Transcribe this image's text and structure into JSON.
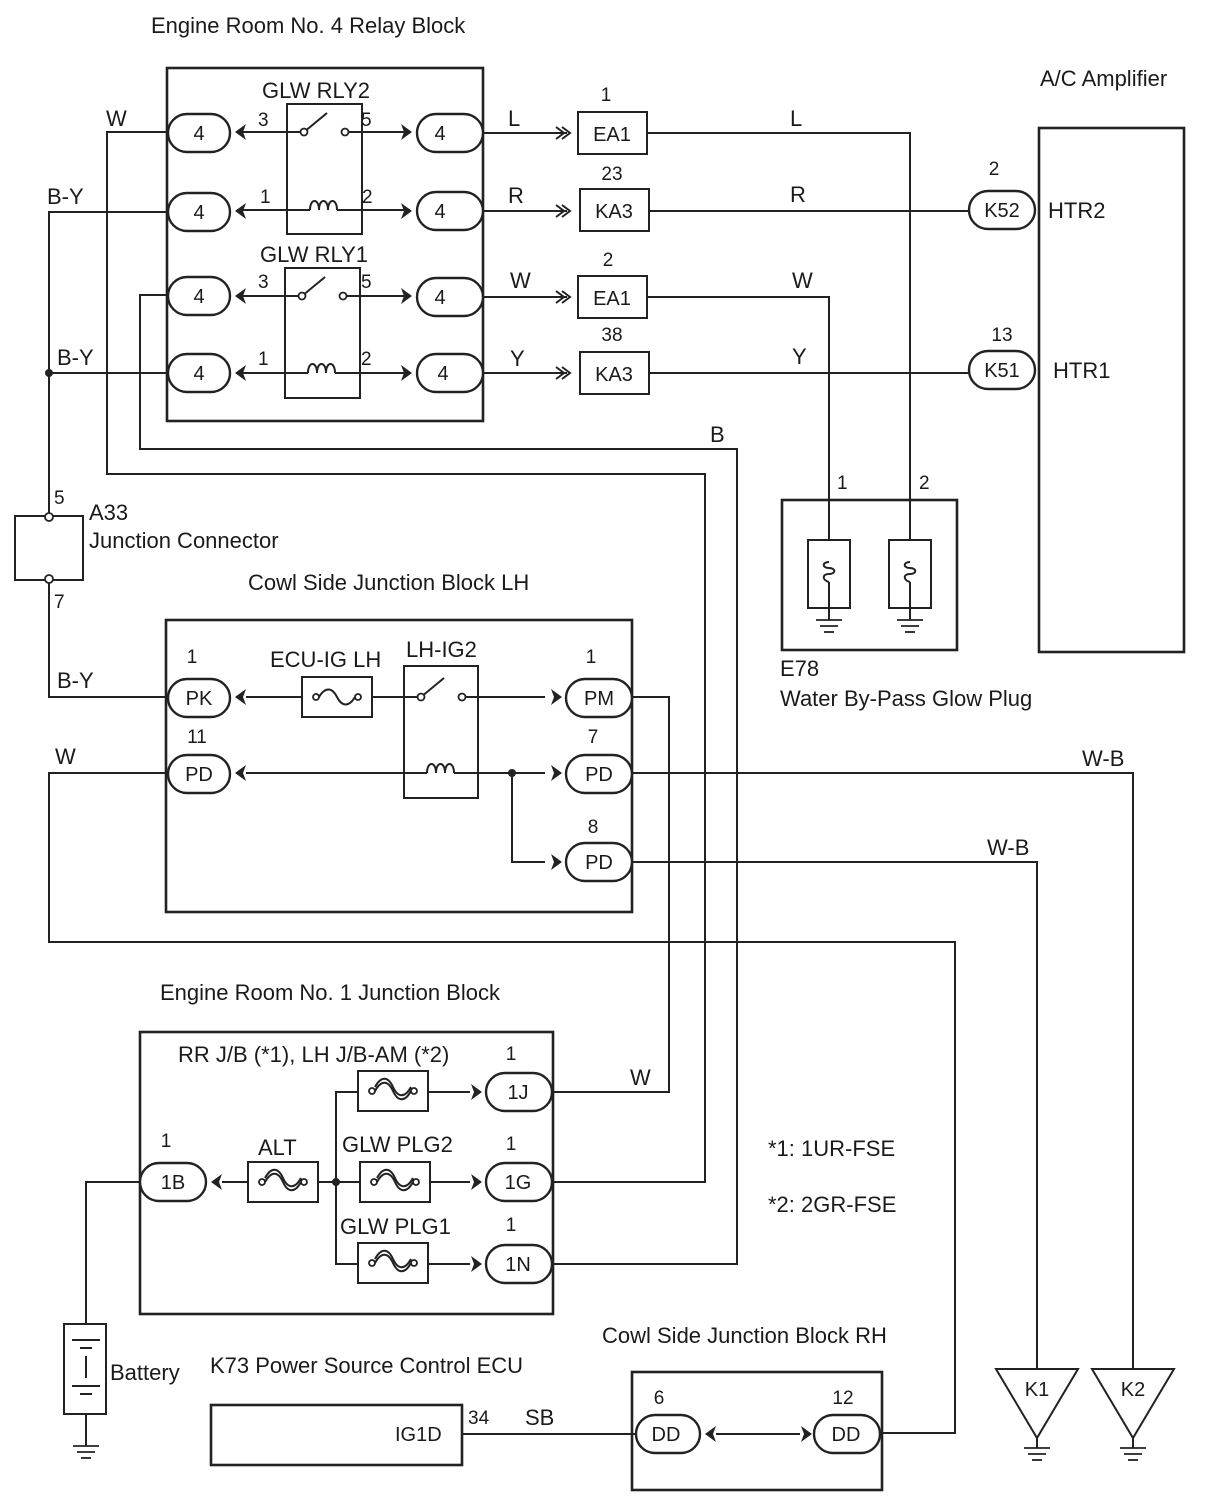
{
  "blocks": {
    "relay_block": "Engine Room No. 4 Relay Block",
    "ac_amplifier": "A/C Amplifier",
    "a33_code": "A33",
    "a33_name": "Junction Connector",
    "cowl_lh": "Cowl Side Junction Block LH",
    "e78_code": "E78",
    "e78_name": "Water By-Pass Glow Plug",
    "er1": "Engine Room No. 1 Junction Block",
    "er1_sub": "RR J/B (*1), LH J/B-AM (*2)",
    "battery": "Battery",
    "ecu": "K73 Power Source Control ECU",
    "cowl_rh": "Cowl Side Junction Block RH"
  },
  "notes": {
    "n1": "*1: 1UR-FSE",
    "n2": "*2: 2GR-FSE"
  },
  "relays": {
    "rly2": "GLW RLY2",
    "rly1": "GLW RLY1",
    "lh_ig2": "LH-IG2"
  },
  "fuses": {
    "ecu_ig_lh": "ECU-IG LH",
    "alt": "ALT",
    "glw_plg2": "GLW PLG2",
    "glw_plg1": "GLW PLG1"
  },
  "connectors": {
    "four": "4",
    "ea1": "EA1",
    "ka3": "KA3",
    "k52": "K52",
    "k51": "K51",
    "htr2": "HTR2",
    "htr1": "HTR1",
    "pk": "PK",
    "pm": "PM",
    "pd": "PD",
    "c1j": "1J",
    "c1g": "1G",
    "c1n": "1N",
    "c1b": "1B",
    "ig1d": "IG1D",
    "dd": "DD",
    "k1": "K1",
    "k2": "K2"
  },
  "pins": {
    "p1": "1",
    "p2": "2",
    "p3": "3",
    "p5": "5",
    "p6": "6",
    "p7": "7",
    "p8": "8",
    "p11": "11",
    "p12": "12",
    "p13": "13",
    "p23": "23",
    "p34": "34",
    "p38": "38"
  },
  "wires": {
    "w": "W",
    "by": "B-Y",
    "l": "L",
    "r": "R",
    "y": "Y",
    "b": "B",
    "wb": "W-B",
    "sb": "SB"
  }
}
